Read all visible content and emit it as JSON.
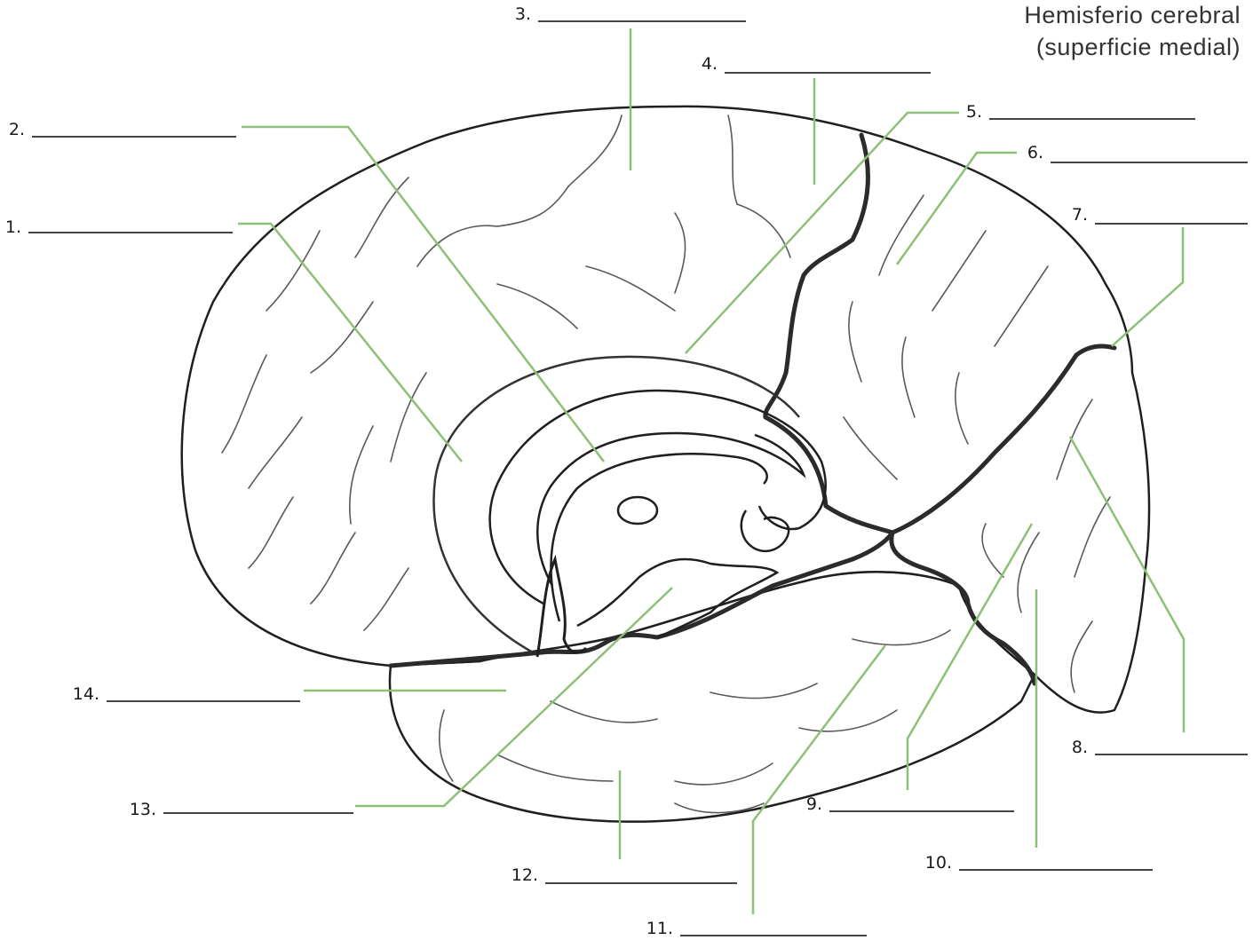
{
  "title": {
    "line1": "Hemisferio cerebral",
    "line2": "(superficie medial)"
  },
  "labels": [
    "1.",
    "2.",
    "3.",
    "4.",
    "5.",
    "6.",
    "7.",
    "8.",
    "9.",
    "10.",
    "11.",
    "12.",
    "13.",
    "14."
  ],
  "colors": {
    "leader": "#8cc077",
    "outline": "#1f1f1f",
    "sulcus": "#5a5a5a"
  }
}
